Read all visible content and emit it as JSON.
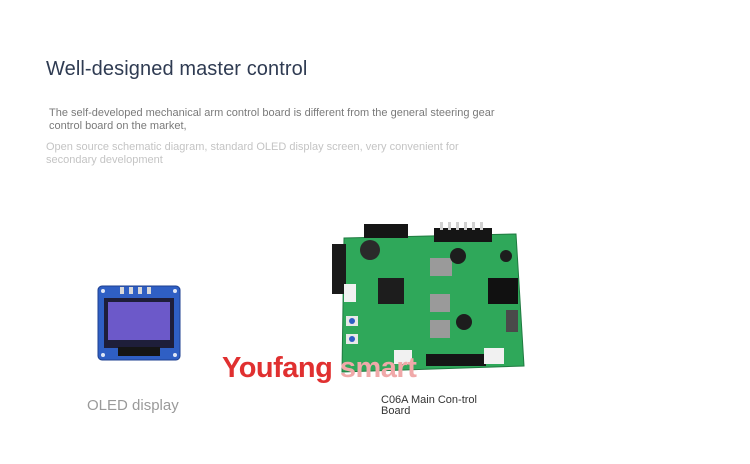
{
  "heading": "Well-designed master control",
  "description_primary": "The self-developed mechanical arm control board is different from the general steering gear control board on the market,",
  "description_secondary": "Open source schematic diagram, standard OLED display screen, very convenient for secondary development",
  "watermark": {
    "part1": "Youfang ",
    "part2": "smart"
  },
  "captions": {
    "oled": "OLED display",
    "board": "C06A Main Con-trol Board"
  },
  "colors": {
    "pcb_green": "#2fa85a",
    "oled_blue": "#2f5fc4",
    "oled_screen": "#6c59c9",
    "watermark": "#e03030"
  }
}
